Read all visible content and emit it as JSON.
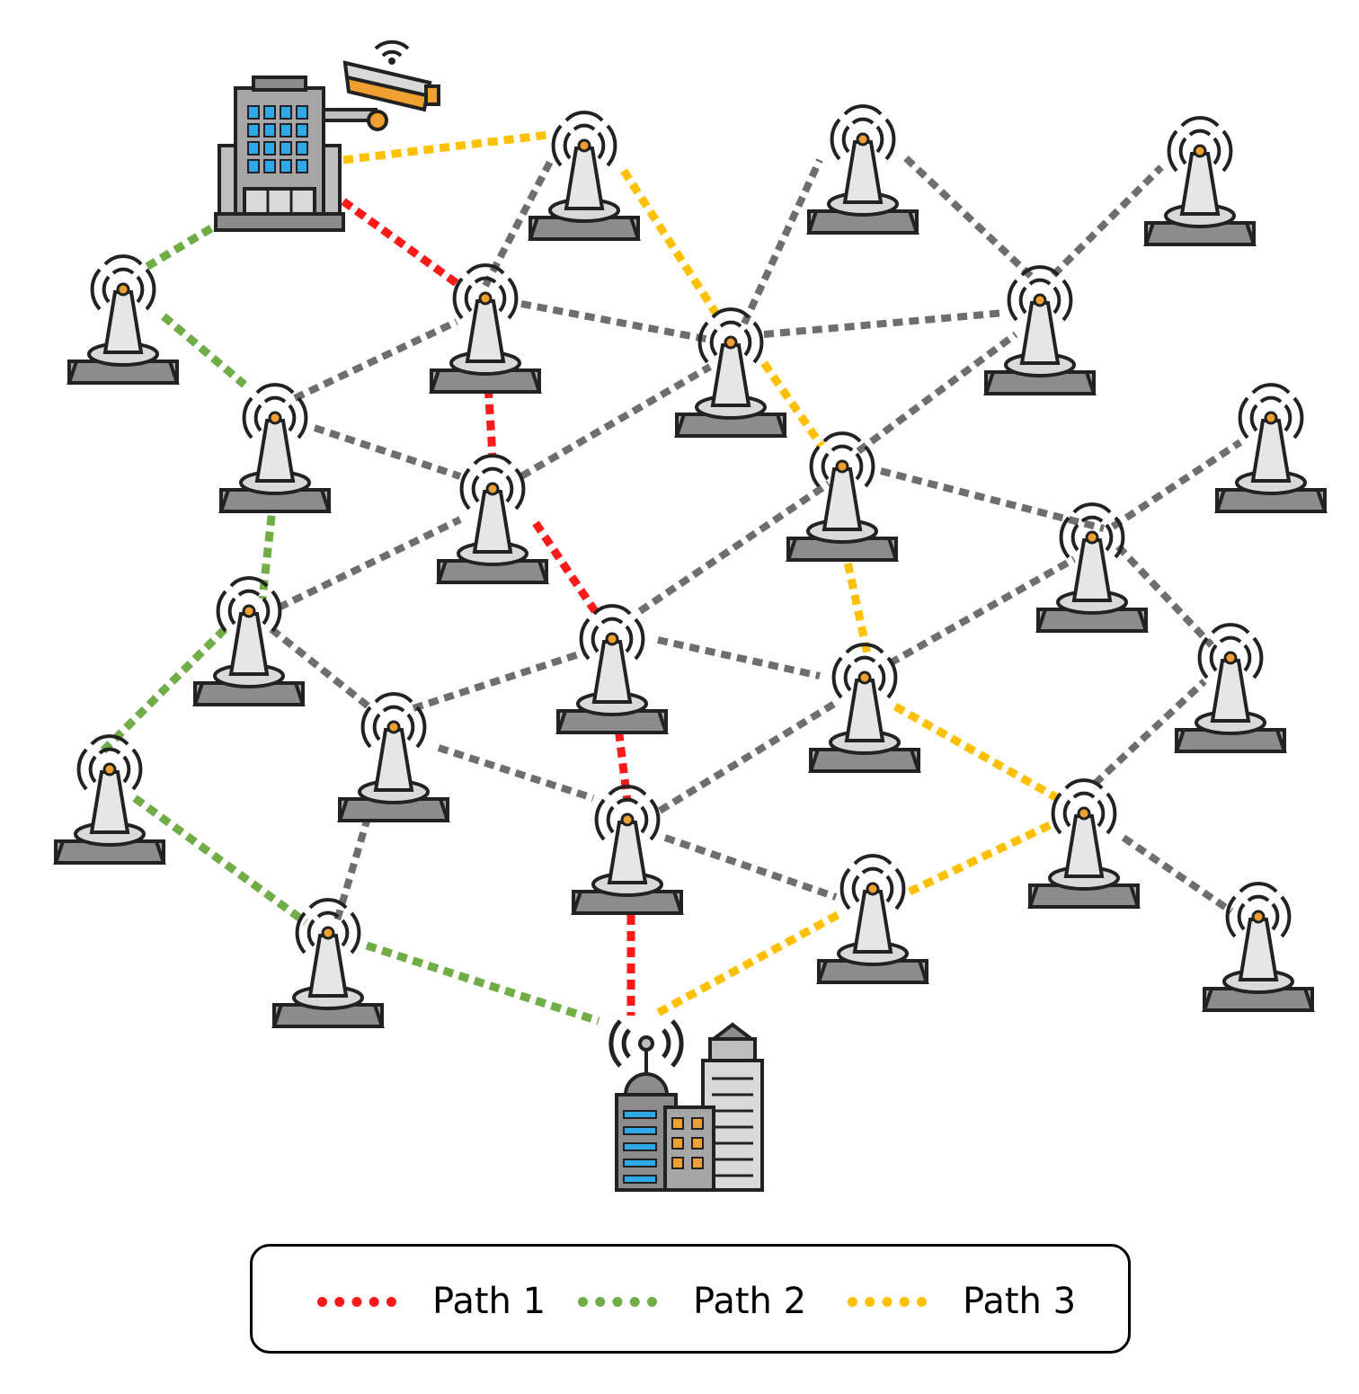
{
  "colors": {
    "path1": "#ff1a1a",
    "path2": "#70ad47",
    "path3": "#ffc000",
    "link": "#6e6e6e",
    "tower_fill": "#d9d9d9",
    "base_fill": "#a6a6a6",
    "outline": "#222222",
    "beacon": "#f0a030",
    "window": "#2fa8e8"
  },
  "icons": {
    "source": "office-building-with-cctv-camera-icon",
    "destination": "city-buildings-with-antenna-icon",
    "node": "radio-tower-icon"
  },
  "legend": {
    "items": [
      {
        "label": "Path 1",
        "color": "#ff1a1a"
      },
      {
        "label": "Path 2",
        "color": "#70ad47"
      },
      {
        "label": "Path 3",
        "color": "#ffc000"
      }
    ]
  }
}
